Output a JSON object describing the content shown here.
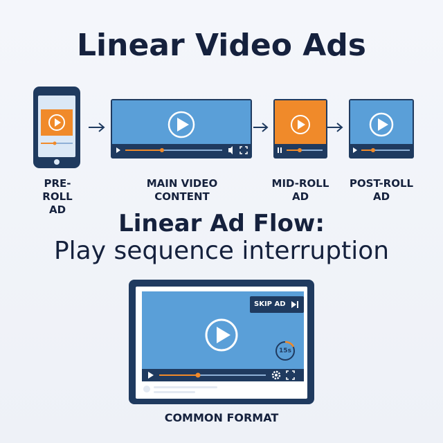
{
  "title": "Linear Video Ads",
  "flow": {
    "steps": [
      {
        "line1": "PRE-ROLL",
        "line2": "AD"
      },
      {
        "line1": "MAIN VIDEO",
        "line2": "CONTENT"
      },
      {
        "line1": "MID-ROLL",
        "line2": "AD"
      },
      {
        "line1": "POST-ROLL",
        "line2": "AD"
      }
    ]
  },
  "subtitle": {
    "heading": "Linear Ad Flow:",
    "text": "Play sequence interruption"
  },
  "player": {
    "skip_label": "SKIP AD",
    "countdown": "15s",
    "caption": "COMMON FORMAT"
  },
  "colors": {
    "navy": "#1f3a5f",
    "video_blue": "#5a9fd8",
    "ad_orange": "#f08a2a"
  }
}
